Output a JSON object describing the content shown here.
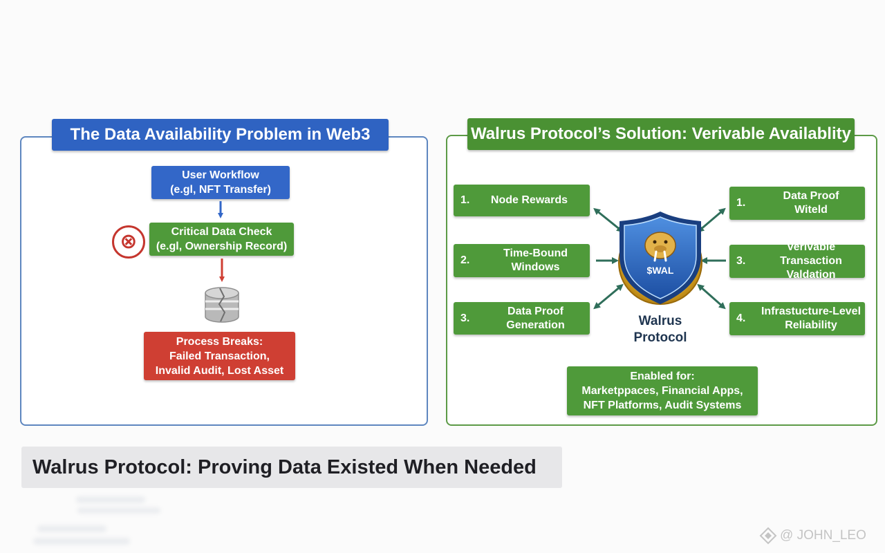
{
  "left": {
    "title": "The Data Availability Problem in Web3",
    "user_workflow": [
      "User Workflow",
      "(e.gl, NFT Transfer)"
    ],
    "critical_check": [
      "Critical Data Check",
      "(e.gl, Ownership Record)"
    ],
    "fail_symbol": "⊗",
    "process_breaks": [
      "Process Breaks:",
      "Failed Transaction,",
      "Invalid Audit, Lost Asset"
    ]
  },
  "right": {
    "title": "Walrus Protocol’s Solution: Verivable Availablity",
    "left_features": [
      {
        "num": "1.",
        "lines": [
          "Node Rewards"
        ]
      },
      {
        "num": "2.",
        "lines": [
          "Time-Bound",
          "Windows"
        ]
      },
      {
        "num": "3.",
        "lines": [
          "Data Proof",
          "Generation"
        ]
      }
    ],
    "right_features": [
      {
        "num": "1.",
        "lines": [
          "Data Proof",
          "Witeld"
        ]
      },
      {
        "num": "3.",
        "lines": [
          "Verivable Transaction",
          "Valdation"
        ]
      },
      {
        "num": "4.",
        "lines": [
          "Infrastucture-Level",
          "Reliability"
        ]
      }
    ],
    "coin_label": "$WAL",
    "center_label": [
      "Walrus",
      "Protocol"
    ],
    "enabled_for": [
      "Enabled for:",
      "Marketppaces, Financial Apps,",
      "NFT Platforms, Audit Systems"
    ]
  },
  "footer": {
    "title": "Walrus Protocol: Proving Data Existed When Needed"
  },
  "watermark": {
    "text": "@ JOHN_LEO",
    "icon": "diamond-logo-icon"
  },
  "colors": {
    "blue": "#3367c8",
    "green": "#4f9a3a",
    "red": "#cf3f33",
    "footer_bg": "#e7e7e9"
  }
}
